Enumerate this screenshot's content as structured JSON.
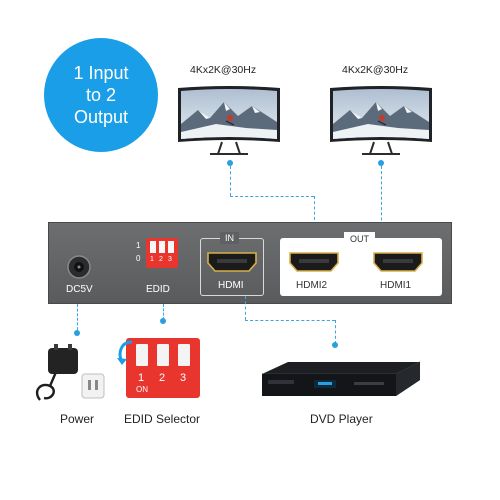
{
  "badge": {
    "line1": "1 Input",
    "line2": "to 2",
    "line3": "Output"
  },
  "displays": [
    {
      "resolution": "4Kx2K@30Hz"
    },
    {
      "resolution": "4Kx2K@30Hz"
    }
  ],
  "device": {
    "dc_label": "DC5V",
    "switch_mark_1": "1",
    "switch_mark_0": "0",
    "switch_numbers": [
      "1",
      "2",
      "3"
    ],
    "edid_label": "EDID",
    "in_tag": "IN",
    "in_port_label": "HDMI",
    "out_tag": "OUT",
    "out_port_labels": [
      "HDMI2",
      "HDMI1"
    ]
  },
  "accessories": {
    "power": "Power",
    "edid_selector": "EDID Selector",
    "edid_switch_numbers": [
      "1",
      "2",
      "3"
    ],
    "edid_switch_on": "ON",
    "dvd_player": "DVD Player"
  },
  "colors": {
    "badge": "#1a9ee8",
    "dotted_line": "#3aa6dd",
    "dip_switch": "#e8352e",
    "device_body": "#5f6062"
  }
}
